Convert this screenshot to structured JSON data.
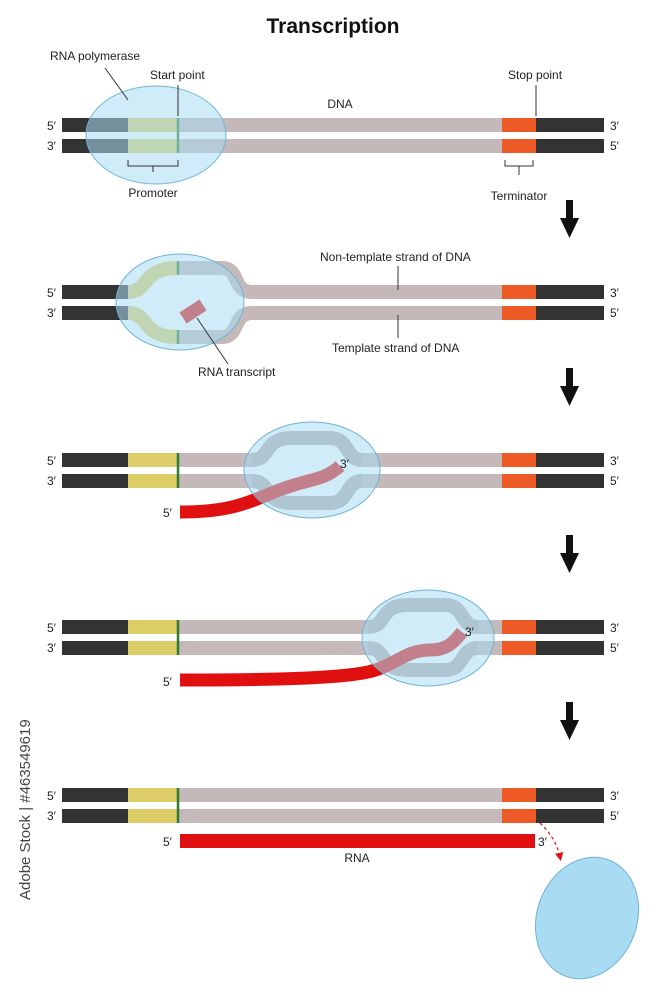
{
  "title": "Transcription",
  "colors": {
    "dark_dna": "#333333",
    "grey_dna": "#c4b8b8",
    "promoter": "#dccd66",
    "start_mark": "#2e7d32",
    "terminator": "#ee5a26",
    "rna": "#e01010",
    "polymerase_fill": "#a9dcf2",
    "polymerase_stroke": "#6fb4d8"
  },
  "ends": {
    "five": "5′",
    "three": "3′"
  },
  "stage1": {
    "rna_polymerase": "RNA polymerase",
    "start_point": "Start point",
    "dna": "DNA",
    "stop_point": "Stop point",
    "promoter": "Promoter",
    "terminator": "Terminator"
  },
  "stage2": {
    "non_template": "Non-template strand of DNA",
    "template": "Template strand of DNA",
    "rna_transcript": "RNA transcript"
  },
  "stage5": {
    "rna": "RNA"
  },
  "watermark": "Adobe Stock | #463549619"
}
